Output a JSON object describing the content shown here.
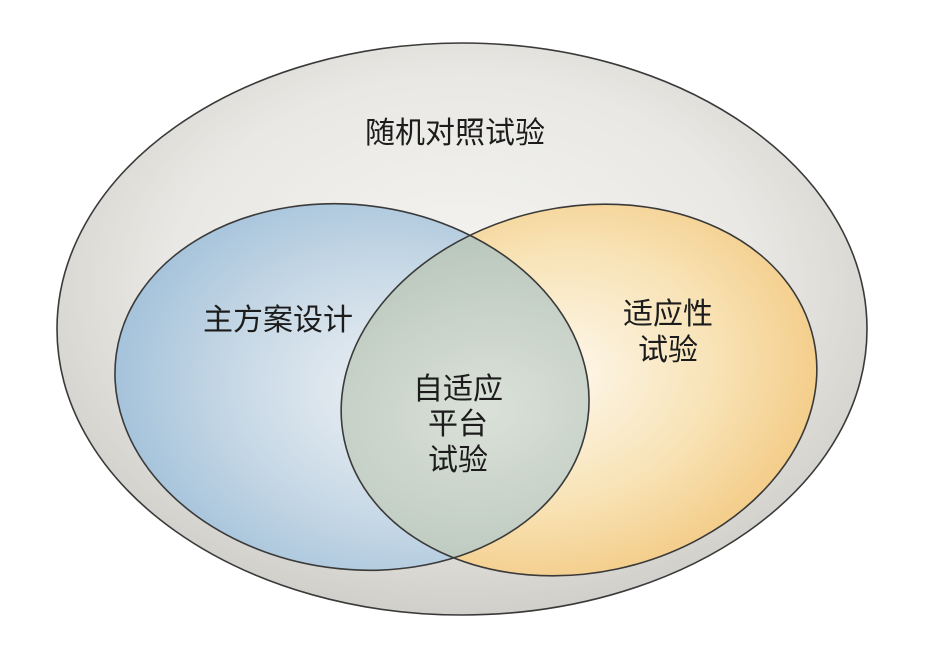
{
  "diagram": {
    "outer": {
      "label": "随机对照试验"
    },
    "left": {
      "label": "主方案设计"
    },
    "right": {
      "lines": [
        "适应性",
        "试验"
      ]
    },
    "overlap": {
      "lines": [
        "自适应",
        "平台",
        "试验"
      ]
    }
  },
  "colors": {
    "outline": "#3a3a3a",
    "outer_center": "#f5f4f1",
    "outer_mid": "#e9e8e4",
    "outer_edge": "#cfcdc8",
    "blue_center": "#eef1f4",
    "blue_mid": "#c8d9e6",
    "blue_edge": "#a2c1da",
    "orange_center": "#fdf8ee",
    "orange_mid": "#f8e3b6",
    "orange_edge": "#f3c880",
    "overlap_center": "#dbe1d9",
    "overlap_edge": "#b4c3b8"
  }
}
